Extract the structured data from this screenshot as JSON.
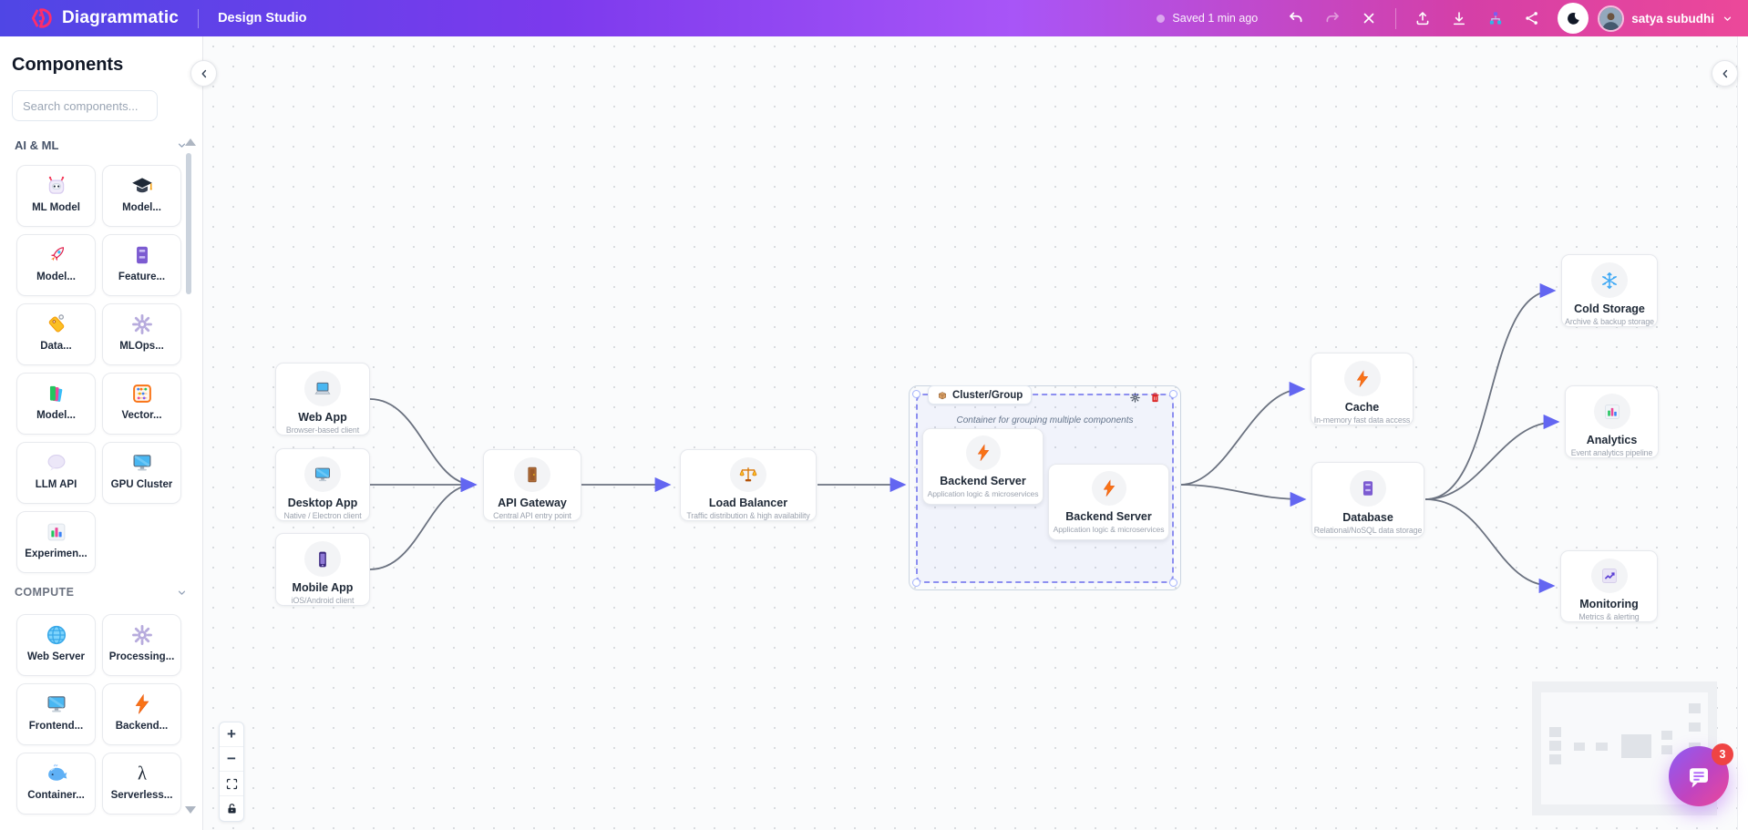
{
  "header": {
    "brand": "Diagrammatic",
    "workspace": "Design Studio",
    "saved_status": "Saved 1 min ago",
    "user_name": "satya subudhi",
    "tools": [
      "undo",
      "redo",
      "close",
      "upload",
      "download",
      "sitemap",
      "share",
      "theme-moon"
    ]
  },
  "sidebar": {
    "title": "Components",
    "search_placeholder": "Search components...",
    "categories": [
      {
        "name": "AI & ML",
        "items": [
          {
            "label": "ML Model",
            "icon": "robot-icon"
          },
          {
            "label": "Model...",
            "icon": "graduation-cap-icon"
          },
          {
            "label": "Model...",
            "icon": "rocket-icon"
          },
          {
            "label": "Feature...",
            "icon": "cabinet-icon"
          },
          {
            "label": "Data...",
            "icon": "tag-icon"
          },
          {
            "label": "MLOps...",
            "icon": "gear-icon"
          },
          {
            "label": "Model...",
            "icon": "books-icon"
          },
          {
            "label": "Vector...",
            "icon": "abacus-icon"
          },
          {
            "label": "LLM API",
            "icon": "speech-bubble-icon"
          },
          {
            "label": "GPU Cluster",
            "icon": "monitor-icon"
          },
          {
            "label": "Experimen...",
            "icon": "bar-chart-icon"
          }
        ]
      },
      {
        "name": "COMPUTE",
        "items": [
          {
            "label": "Web Server",
            "icon": "globe-icon"
          },
          {
            "label": "Processing...",
            "icon": "gear-icon"
          },
          {
            "label": "Frontend...",
            "icon": "monitor-icon"
          },
          {
            "label": "Backend...",
            "icon": "lightning-icon"
          },
          {
            "label": "Container...",
            "icon": "whale-icon"
          },
          {
            "label": "Serverless...",
            "icon": "lambda-icon"
          }
        ]
      }
    ]
  },
  "canvas": {
    "nodes": [
      {
        "title": "Web App",
        "subtitle": "Browser-based client",
        "icon": "laptop-icon"
      },
      {
        "title": "Desktop App",
        "subtitle": "Native / Electron client",
        "icon": "monitor-icon"
      },
      {
        "title": "Mobile App",
        "subtitle": "iOS/Android client",
        "icon": "phone-icon"
      },
      {
        "title": "API Gateway",
        "subtitle": "Central API entry point",
        "icon": "door-icon"
      },
      {
        "title": "Load Balancer",
        "subtitle": "Traffic distribution & high availability",
        "icon": "scale-icon"
      },
      {
        "title": "Cache",
        "subtitle": "In-memory fast data access",
        "icon": "lightning-icon"
      },
      {
        "title": "Database",
        "subtitle": "Relational/NoSQL data storage",
        "icon": "cabinet-icon"
      },
      {
        "title": "Cold Storage",
        "subtitle": "Archive & backup storage",
        "icon": "snowflake-icon"
      },
      {
        "title": "Analytics",
        "subtitle": "Event analytics pipeline",
        "icon": "bar-chart-icon"
      },
      {
        "title": "Monitoring",
        "subtitle": "Metrics & alerting",
        "icon": "line-chart-icon"
      }
    ],
    "cluster": {
      "title": "Cluster/Group",
      "icon": "package-icon",
      "tools": [
        "settings-gear",
        "delete-trash"
      ],
      "caption": "Container for grouping multiple components",
      "children": [
        {
          "title": "Backend Server",
          "subtitle": "Application logic & microservices",
          "icon": "lightning-icon"
        },
        {
          "title": "Backend Server",
          "subtitle": "Application logic & microservices",
          "icon": "lightning-icon"
        }
      ]
    },
    "controls": {
      "zoom_in": "+",
      "zoom_out": "−"
    },
    "chat_badge": "3"
  },
  "colors": {
    "header_gradient": [
      "#4f46e5",
      "#a855f7",
      "#ec4899"
    ],
    "accent": "#6366f1",
    "edge": "#6b7280",
    "cluster_border": "#8d8ff0",
    "badge": "#ef4444",
    "chat_gradient": [
      "#8b5cf6",
      "#ec4899"
    ]
  }
}
